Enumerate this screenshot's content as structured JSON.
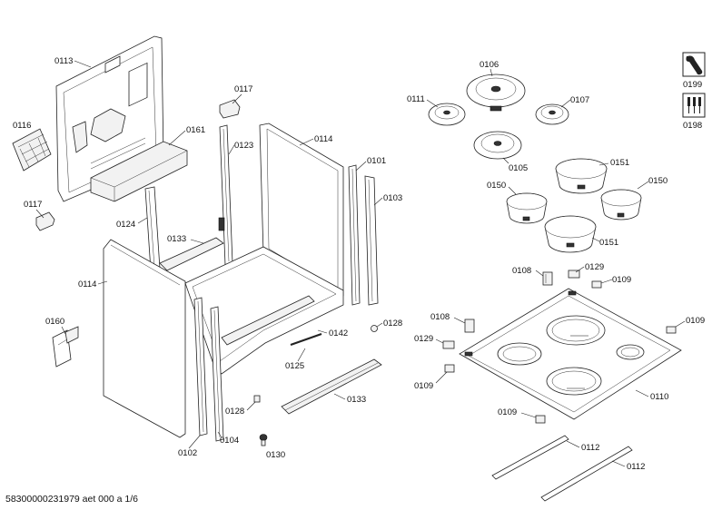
{
  "footer": {
    "document_id": "58300000231979 aet 000 a 1/6"
  },
  "labels": {
    "p0113": "0113",
    "p0116": "0116",
    "p0117a": "0117",
    "p0117b": "0117",
    "p0161": "0161",
    "p0123": "0123",
    "p0114a": "0114",
    "p0114b": "0114",
    "p0101": "0101",
    "p0103": "0103",
    "p0124": "0124",
    "p0133a": "0133",
    "p0133b": "0133",
    "p0160": "0160",
    "p0142": "0142",
    "p0128a": "0128",
    "p0128b": "0128",
    "p0125": "0125",
    "p0102": "0102",
    "p0104": "0104",
    "p0130": "0130",
    "p0106": "0106",
    "p0111": "0111",
    "p0107": "0107",
    "p0105": "0105",
    "p0151a": "0151",
    "p0151b": "0151",
    "p0150a": "0150",
    "p0150b": "0150",
    "p0108a": "0108",
    "p0108b": "0108",
    "p0129a": "0129",
    "p0129b": "0129",
    "p0109a": "0109",
    "p0109b": "0109",
    "p0109c": "0109",
    "p0109d": "0109",
    "p0110": "0110",
    "p0112a": "0112",
    "p0112b": "0112",
    "p0199": "0199",
    "p0198": "0198"
  }
}
